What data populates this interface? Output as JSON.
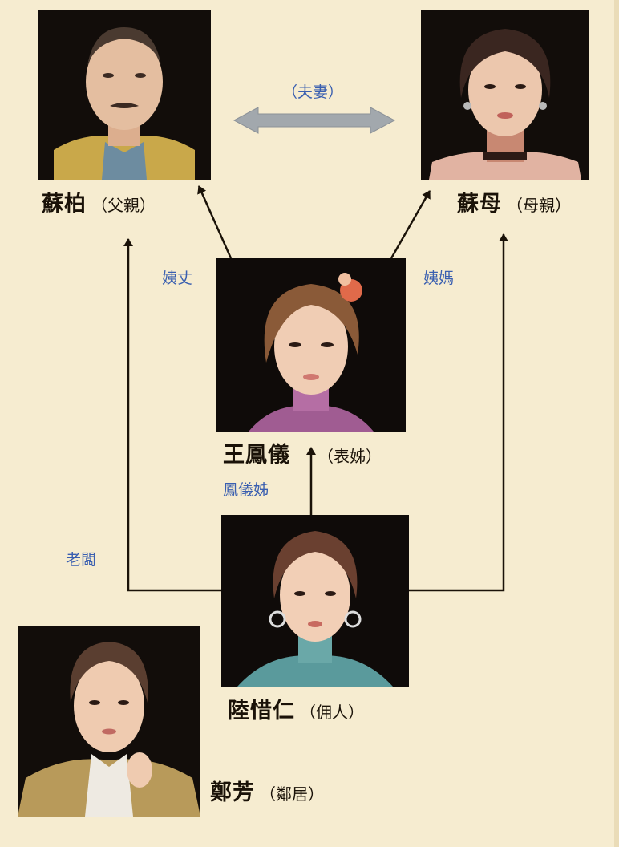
{
  "characters": {
    "su_bo": {
      "name": "蘇柏",
      "role": "（父親）"
    },
    "su_mu": {
      "name": "蘇母",
      "role": "（母親）"
    },
    "wang": {
      "name": "王鳳儀",
      "role": "（表姊）"
    },
    "lu": {
      "name": "陸惜仁",
      "role": "（佣人）"
    },
    "zheng": {
      "name": "鄭芳",
      "role": "（鄰居）"
    }
  },
  "relations": {
    "spouse": "（夫妻）",
    "uncle": "姨丈",
    "aunt": "姨媽",
    "cousin": "鳳儀姊",
    "boss": "老闆"
  },
  "colors": {
    "background": "#f6ecd0",
    "relation_text": "#3a5fb0",
    "arrow": "#1a1208",
    "spouse_arrow": "#9aa0a6"
  }
}
